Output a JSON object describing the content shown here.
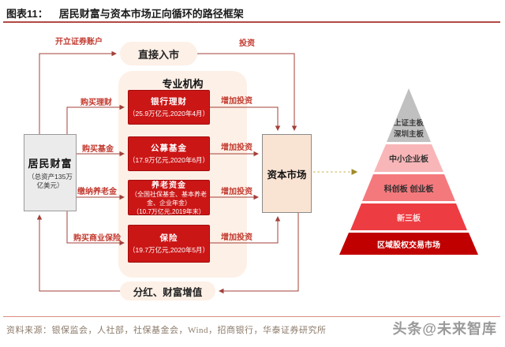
{
  "header": {
    "tag": "图表11：",
    "title": "居民财富与资本市场正向循环的路径框架"
  },
  "nodes": {
    "resident_wealth": {
      "title": "居民财富",
      "subtitle": "（总资产135万亿美元）"
    },
    "direct_entry": "直接入市",
    "institutions_title": "专业机构",
    "capital_market": "资本市场",
    "dividends": "分红、财富增值",
    "products": [
      {
        "name": "银行理财",
        "detail": "（25.9万亿元,2020年4月）"
      },
      {
        "name": "公募基金",
        "detail": "（17.9万亿元,2020年6月）"
      },
      {
        "name": "养老资金",
        "detail": "（全国社保基金、基本养老金、企业年金）",
        "detail2": "（10.7万亿元,2019年末）"
      },
      {
        "name": "保险",
        "detail": "（19.7万亿元,2020年5月）"
      }
    ]
  },
  "labels": {
    "open_account": "开立证券账户",
    "invest": "投资",
    "buy_wealth_mgmt": "购买理财",
    "buy_fund": "购买基金",
    "pay_pension": "缴纳养老金",
    "buy_insurance": "购买商业保险",
    "increase_invest": "增加投资"
  },
  "pyramid": {
    "levels": [
      {
        "label": "上证主板",
        "label2": "深圳主板",
        "bg": "#c1c0c0",
        "fg": "#3d3d3d"
      },
      {
        "label": "中小企业板",
        "bg": "#f8b6b8",
        "fg": "#333333"
      },
      {
        "label": "科创板  创业板",
        "bg": "#f4797d",
        "fg": "#2e2e2e"
      },
      {
        "label": "新三板",
        "bg": "#ee3c43",
        "fg": "#ffe2e2"
      },
      {
        "label": "区域股权交易市场",
        "bg": "#c00000",
        "fg": "#ffffff"
      }
    ]
  },
  "colors": {
    "wire": "#a3403a",
    "label_red": "#c23a2f",
    "product_box": "#cb1616",
    "soft_panel": "#fdf0e7",
    "capital_box": "#f9e3d3",
    "dashed_wire": "#d3c06e"
  },
  "footer": {
    "source": "资料来源：银保监会，人社部，社保基金会，Wind，招商银行，华泰证券研究所",
    "watermark": "头条@未来智库"
  }
}
